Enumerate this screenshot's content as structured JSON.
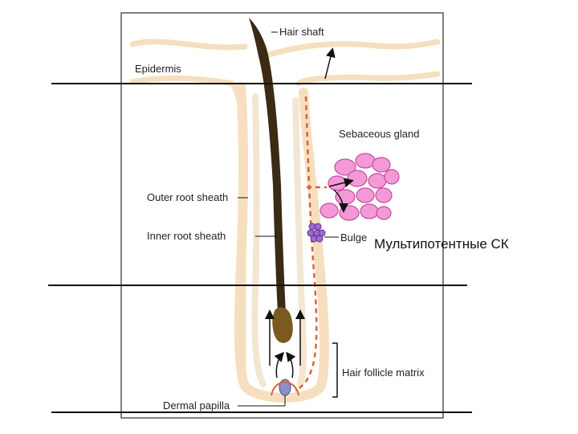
{
  "labels": {
    "hair_shaft": "Hair shaft",
    "epidermis": "Epidermis",
    "sebaceous_gland": "Sebaceous gland",
    "outer_root_sheath": "Outer root sheath",
    "inner_root_sheath": "Inner root sheath",
    "bulge": "Bulge",
    "hair_follicle_matrix": "Hair follicle matrix",
    "dermal_papilla": "Dermal papilla"
  },
  "caption": "Мультипотентные СК",
  "colors": {
    "sheath": "#f6dfbf",
    "sheath_edge": "#e9c89a",
    "hair": "#3b2a14",
    "bulb": "#7a5a1e",
    "gland": "#f29ad8",
    "gland_edge": "#c54aa0",
    "bulge": "#9b6ad0",
    "papilla": "#8d8fc8",
    "dashed": "#d9623c",
    "lines": "#111111"
  }
}
